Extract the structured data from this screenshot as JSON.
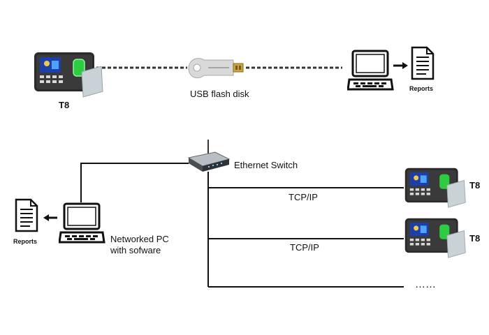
{
  "top_row": {
    "device_label": "T8",
    "usb_label": "USB flash disk",
    "reports_label": "Reports"
  },
  "bottom_row": {
    "switch_label": "Ethernet Switch",
    "pc_label_line1": "Networked PC",
    "pc_label_line2": "with  sofware",
    "reports_label": "Reports",
    "connections": [
      {
        "protocol": "TCP/IP",
        "device_label": "T8"
      },
      {
        "protocol": "TCP/IP",
        "device_label": "T8"
      }
    ],
    "ellipsis": "……"
  },
  "colors": {
    "line": "#111111",
    "device_body": "#2a2a2a",
    "screen": "#1d3fa8",
    "fingerprint": "#2ecc40",
    "card": "#c9d2d6"
  }
}
